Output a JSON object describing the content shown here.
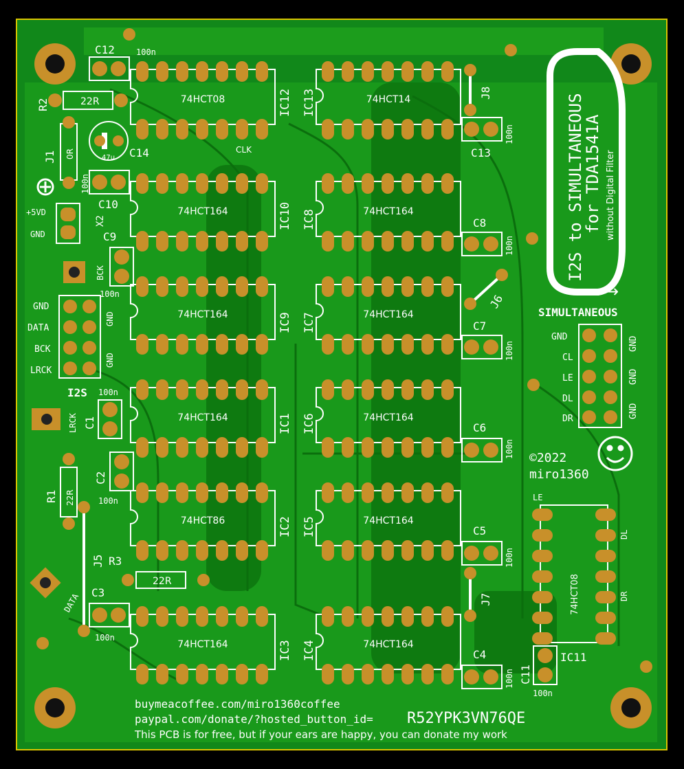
{
  "board": {
    "title_line1": "I2S to SIMULTANEOUS",
    "title_line2": "for TDA1541A",
    "title_line3": "without Digital Filter",
    "arrow": "→",
    "copyright_year": "©2022",
    "author": "miro1360",
    "footer_line1": "buymeacoffee.com/miro1360coffee",
    "footer_line2_prefix": "paypal.com/donate/?hosted_button_id=",
    "footer_line2_code": "R52YPK3VN76QE",
    "footer_line3": "This PCB is for free, but if your ears are happy, you can donate my work"
  },
  "ics": [
    {
      "ref": "IC12",
      "part": "74HCT08"
    },
    {
      "ref": "IC13",
      "part": "74HCT14"
    },
    {
      "ref": "IC10",
      "part": "74HCT164"
    },
    {
      "ref": "IC8",
      "part": "74HCT164"
    },
    {
      "ref": "IC9",
      "part": "74HCT164"
    },
    {
      "ref": "IC7",
      "part": "74HCT164"
    },
    {
      "ref": "IC1",
      "part": "74HCT164"
    },
    {
      "ref": "IC6",
      "part": "74HCT164"
    },
    {
      "ref": "IC2",
      "part": "74HCT86"
    },
    {
      "ref": "IC5",
      "part": "74HCT164"
    },
    {
      "ref": "IC3",
      "part": "74HCT164"
    },
    {
      "ref": "IC4",
      "part": "74HCT164"
    },
    {
      "ref": "IC11",
      "part": "74HCT08"
    }
  ],
  "caps": {
    "c12": "C12",
    "c13": "C13",
    "c14": "C14",
    "c14_val": "47u",
    "c10": "C10",
    "c9": "C9",
    "c8": "C8",
    "c7": "C7",
    "c1": "C1",
    "c6": "C6",
    "c2": "C2",
    "c5": "C5",
    "c3": "C3",
    "c4": "C4",
    "c11": "C11",
    "val": "100n"
  },
  "resistors": {
    "r1": "R1",
    "r2": "R2",
    "r3": "R3",
    "val": "22R",
    "j1": "J1",
    "j1_val": "0R"
  },
  "jumpers": {
    "j5": "J5",
    "j6": "J6",
    "j7": "J7",
    "j8": "J8",
    "x2": "X2"
  },
  "labels": {
    "clk": "CLK",
    "plus5vd": "+5VD",
    "gnd": "GND",
    "bck": "BCK",
    "lrck": "LRCK",
    "data": "DATA",
    "i2s": "I2S",
    "simultaneous": "SIMULTANEOUS",
    "cl": "CL",
    "le": "LE",
    "dl": "DL",
    "dr": "DR",
    "le_ic11": "LE",
    "dl_ic11": "DL",
    "dr_ic11": "DR"
  },
  "colors": {
    "copper": "#0a8a0a",
    "mask": "#1a9a1a",
    "trace": "#0c7a0c",
    "pad": "#c8902a",
    "pad_hole": "#222",
    "silk": "#ffffff",
    "outline": "#e8d400"
  }
}
